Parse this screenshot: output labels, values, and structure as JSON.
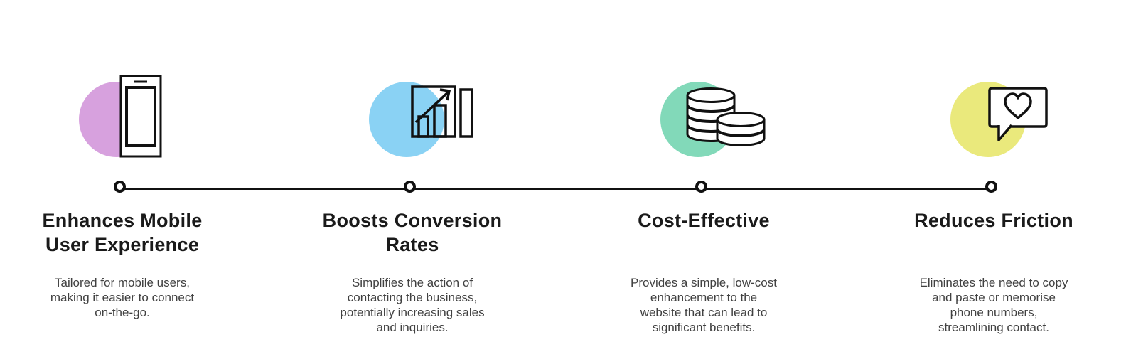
{
  "infographic": {
    "background": "#ffffff",
    "line_color": "#111111",
    "node_color": "#ffffff",
    "node_border_color": "#111111",
    "items": [
      {
        "title": "Enhances Mobile\nUser Experience",
        "description": "Tailored for mobile users,\nmaking it easier to connect\non-the-go.",
        "accent_color": "#d7a1de",
        "icon": "smartphone-icon"
      },
      {
        "title": "Boosts Conversion\nRates",
        "description": "Simplifies the action of\ncontacting the business,\npotentially increasing sales\nand inquiries.",
        "accent_color": "#8ad2f4",
        "icon": "bar-chart-growth-icon"
      },
      {
        "title": "Cost-Effective",
        "description": "Provides a simple, low-cost\nenhancement to the\nwebsite that can lead to\nsignificant benefits.",
        "accent_color": "#82d9b9",
        "icon": "coins-icon"
      },
      {
        "title": "Reduces Friction",
        "description": "Eliminates the need to copy\nand paste or memorise\nphone numbers,\nstreamlining contact.",
        "accent_color": "#eae97c",
        "icon": "chat-heart-icon"
      }
    ]
  }
}
